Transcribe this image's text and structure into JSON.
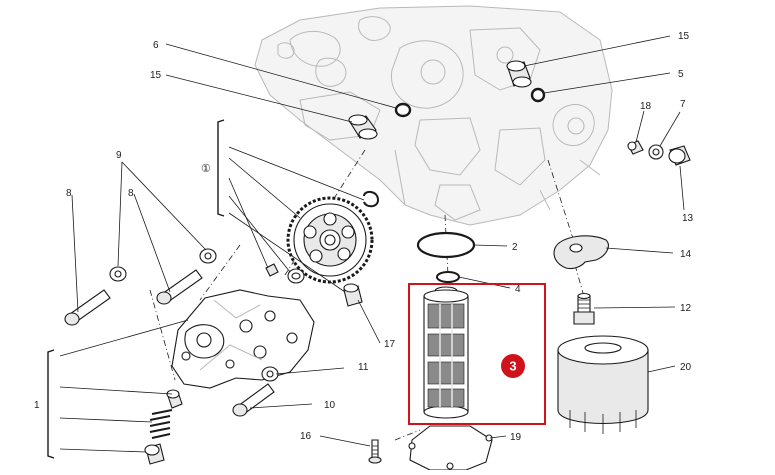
{
  "diagram": {
    "callouts": {
      "c6": "6",
      "c15_left": "15",
      "c15_right": "15",
      "c5": "5",
      "c18": "18",
      "c7": "7",
      "c13": "13",
      "c14": "14",
      "c2": "2",
      "c4": "4",
      "c12": "12",
      "c20": "20",
      "c9": "9",
      "c8_left": "8",
      "c8_mid": "8",
      "c_circled1": "①",
      "c17": "17",
      "c11": "11",
      "c10": "10",
      "c1": "1",
      "c16": "16",
      "c19": "19"
    },
    "highlight": {
      "label": "3",
      "accent_color": "#d0121b"
    }
  }
}
